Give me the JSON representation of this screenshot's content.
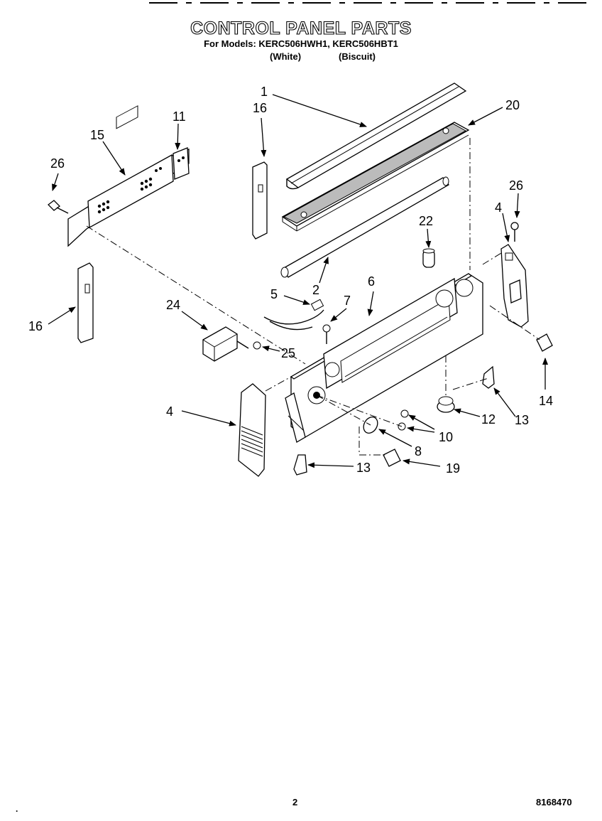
{
  "header": {
    "title": "CONTROL PANEL PARTS",
    "models": "For Models: KERC506HWH1, KERC506HBT1",
    "variant_white": "(White)",
    "variant_biscuit": "(Biscuit)"
  },
  "callouts": [
    "1",
    "20",
    "16",
    "11",
    "15",
    "26",
    "26",
    "4",
    "22",
    "5",
    "2",
    "6",
    "7",
    "24",
    "16",
    "25",
    "4",
    "14",
    "12",
    "13",
    "10",
    "8",
    "13",
    "19"
  ],
  "footer": {
    "page_number": "2",
    "doc_code": "8168470",
    "mark": "."
  }
}
